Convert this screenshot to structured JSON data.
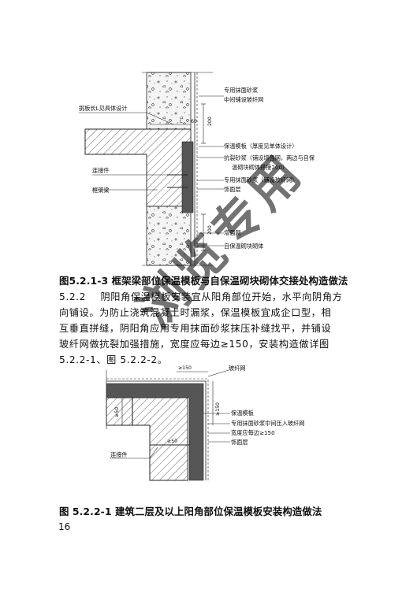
{
  "figure1": {
    "labels": {
      "tiaoban": "挑板长L见具体设计",
      "lianjiejian": "连接件",
      "kuangjialiang": "框架梁",
      "zhuanyong_mojiang": "专用抹面砂浆",
      "zhongjian_pushe": "中间铺设玻纤网",
      "baowen_muban": "保温模板（厚度见单体设计）",
      "kangliesha_1": "抗裂砂浆（铺设增强网，两边与自保",
      "kangliesha_2": "温砌块砌体搭接200）",
      "zhuanyong_boxian": "专用抹面砂浆（铺设玻纤网）",
      "shimianceng": "饰面层",
      "zengqiangwang": "增强网",
      "zibaowen": "自保温砌块砌体"
    },
    "dims": {
      "d200a": "200",
      "d200b": "200",
      "d60": "60",
      "dL": "L"
    },
    "caption": "图5.2.1-3 框架梁部位保温模板与自保温砌块砌体交接处构造做法"
  },
  "section": {
    "number": "5.2.2",
    "lines": [
      "阴阳角保温模板安装宜从阳角部位开始，水平向阴角方",
      "向铺设。为防止浇筑混凝土时漏浆，保温模板宜成企口型，相",
      "互垂直拼缝，阴阳角应用专用抹面砂浆抹压补缝找平，并铺设",
      "玻纤网做抗裂加强措施，宽度应每边≥150，安装构造做详图",
      "5.2.2-1、图 5.2.2-2。"
    ]
  },
  "figure2": {
    "labels": {
      "boxianwang": "玻纤网",
      "baowen_muban": "保温模板",
      "zhuanyong_1": "专用抹面砂浆中间压入玻纤网",
      "kuandu": "宽度应每边≥150",
      "shimianceng": "饰面层",
      "lianjiejian": "连接件"
    },
    "dims": {
      "g150a": "≥150",
      "g150b": "≥150",
      "g50a": "≥50",
      "g50b": "≥50"
    },
    "caption": "图 5.2.2-1  建筑二层及以上阳角部位保温模板安装构造做法"
  },
  "page_number": "16",
  "watermark": "浏览专用"
}
